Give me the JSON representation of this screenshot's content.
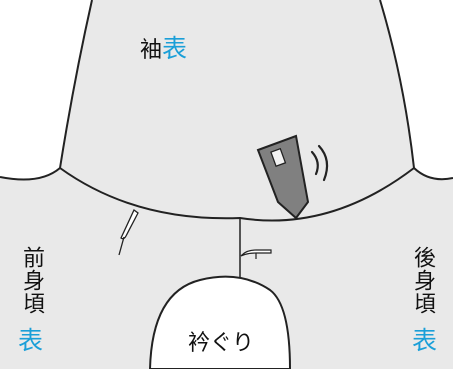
{
  "labels": {
    "sleeve": "袖",
    "sleeve_side": "表",
    "front_body": "前身頃",
    "front_side": "表",
    "back_body": "後身頃",
    "back_side": "表",
    "armhole": "衿ぐり"
  },
  "colors": {
    "fabric": "#e9e9e9",
    "outline": "#222222",
    "label_blue": "#1a9fd8",
    "sensor": "#808080"
  },
  "icons": [
    "sensor-tag-icon",
    "signal-waves-icon",
    "pin-icon"
  ]
}
